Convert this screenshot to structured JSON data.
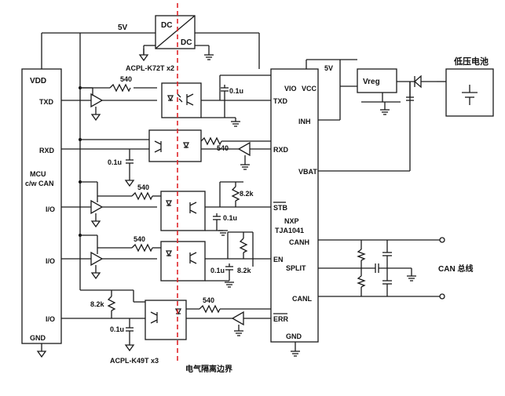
{
  "supply": {
    "v5_top": "5V",
    "v5_right": "5V"
  },
  "dcdc": {
    "in_label": "DC",
    "out_label": "DC"
  },
  "parts": {
    "k72": "ACPL-K72T x2",
    "k49": "ACPL-K49T x3"
  },
  "resistors": {
    "r540": "540",
    "r8k2": "8.2k"
  },
  "caps": {
    "c01u": "0.1u"
  },
  "mcu": {
    "name_line1": "MCU",
    "name_line2": "c/w CAN",
    "vdd": "VDD",
    "txd": "TXD",
    "rxd": "RXD",
    "io": "I/O",
    "gnd": "GND"
  },
  "can_ic": {
    "vio": "VIO",
    "vcc": "VCC",
    "txd": "TXD",
    "rxd": "RXD",
    "inh": "INH",
    "vbat": "VBAT",
    "stb": "STB",
    "name_line1": "NXP",
    "name_line2": "TJA1041",
    "canh": "CANH",
    "split": "SPLIT",
    "en": "EN",
    "canl": "CANL",
    "err": "ERR",
    "gnd": "GND"
  },
  "vreg": {
    "label": "Vreg"
  },
  "battery": {
    "label": "低压电池"
  },
  "can_bus": {
    "label": "CAN 总线"
  },
  "isolation": {
    "label": "电气隔离边界"
  }
}
